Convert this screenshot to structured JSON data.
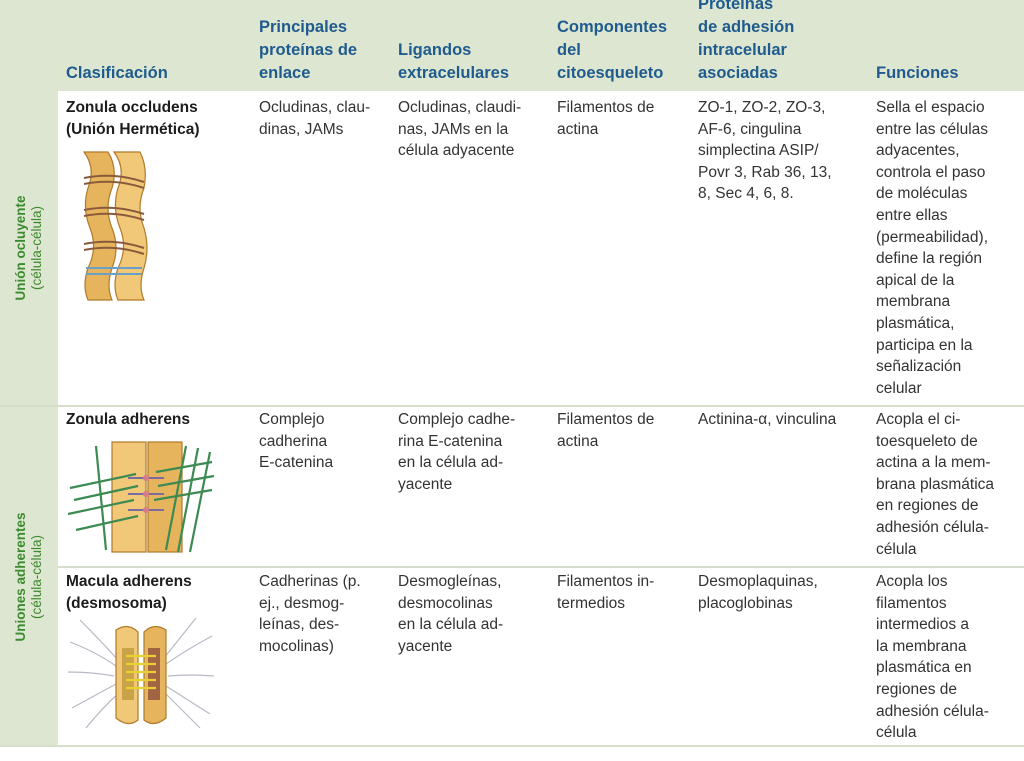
{
  "header": {
    "clasificacion": "Clasificación",
    "proteinas": "Principales\nproteínas de\nenlace",
    "ligandos": "Ligandos\nextracelulares",
    "componentes": "Componentes\ndel\ncitoesqueleto",
    "intracelular": "Proteínas\nde adhesión\nintracelular\nasociadas",
    "funciones": "Funciones"
  },
  "groups": [
    {
      "title": "Unión ocluyente",
      "subtitle": "(célula-célula)"
    },
    {
      "title": "Uniones adherentes",
      "subtitle": "(célula-célula)"
    }
  ],
  "rows": [
    {
      "name": "Zonula occludens\n (Unión Hermética)",
      "proteinas": "Ocludinas, clau-\n  dinas, JAMs",
      "ligandos": "Ocludinas, claudi-\n  nas, JAMs en la\n  célula adyacente",
      "componentes": "Filamentos de\n  actina",
      "intracelular": "ZO-1, ZO-2, ZO-3,\n  AF-6, cingulina\n  simplectina ASIP/\n  Povr 3, Rab 36, 13,\n  8, Sec 4, 6, 8.",
      "funciones": "Sella el espacio\n  entre las células\n  adyacentes,\n  controla el paso\n  de moléculas\n  entre ellas\n  (permeabilidad),\n  define la región\n  apical de la\n  membrana\n  plasmática,\n  participa en la\n  señalización\n  celular"
    },
    {
      "name": "Zonula adherens",
      "proteinas": "Complejo\n  cadherina\n  E-catenina",
      "ligandos": "Complejo cadhe-\n  rina E-catenina\n  en la célula ad-\n  yacente",
      "componentes": "Filamentos de\n  actina",
      "intracelular": "Actinina-α, vinculina",
      "funciones": "Acopla el ci-\n  toesqueleto de\n  actina a la mem-\n  brana plasmática\n  en regiones de\n  adhesión célula-\n  célula"
    },
    {
      "name": "Macula adherens\n (desmosoma)",
      "proteinas": "Cadherinas (p.\n  ej., desmog-\n  leínas, des-\n  mocolinas)",
      "ligandos": "Desmogleínas,\n  desmocolinas\n  en la célula ad-\n  yacente",
      "componentes": "Filamentos in-\n  termedios",
      "intracelular": "Desmoplaquinas,\n  placoglobinas",
      "funciones": "Acopla los\n  filamentos\n  intermedios a\n  la membrana\n  plasmática en\n  regiones de\n  adhesión célula-\n  célula"
    }
  ],
  "colors": {
    "header_bg": "#dde6d0",
    "header_text": "#1f5b8e",
    "side_text": "#3c8a2e"
  }
}
